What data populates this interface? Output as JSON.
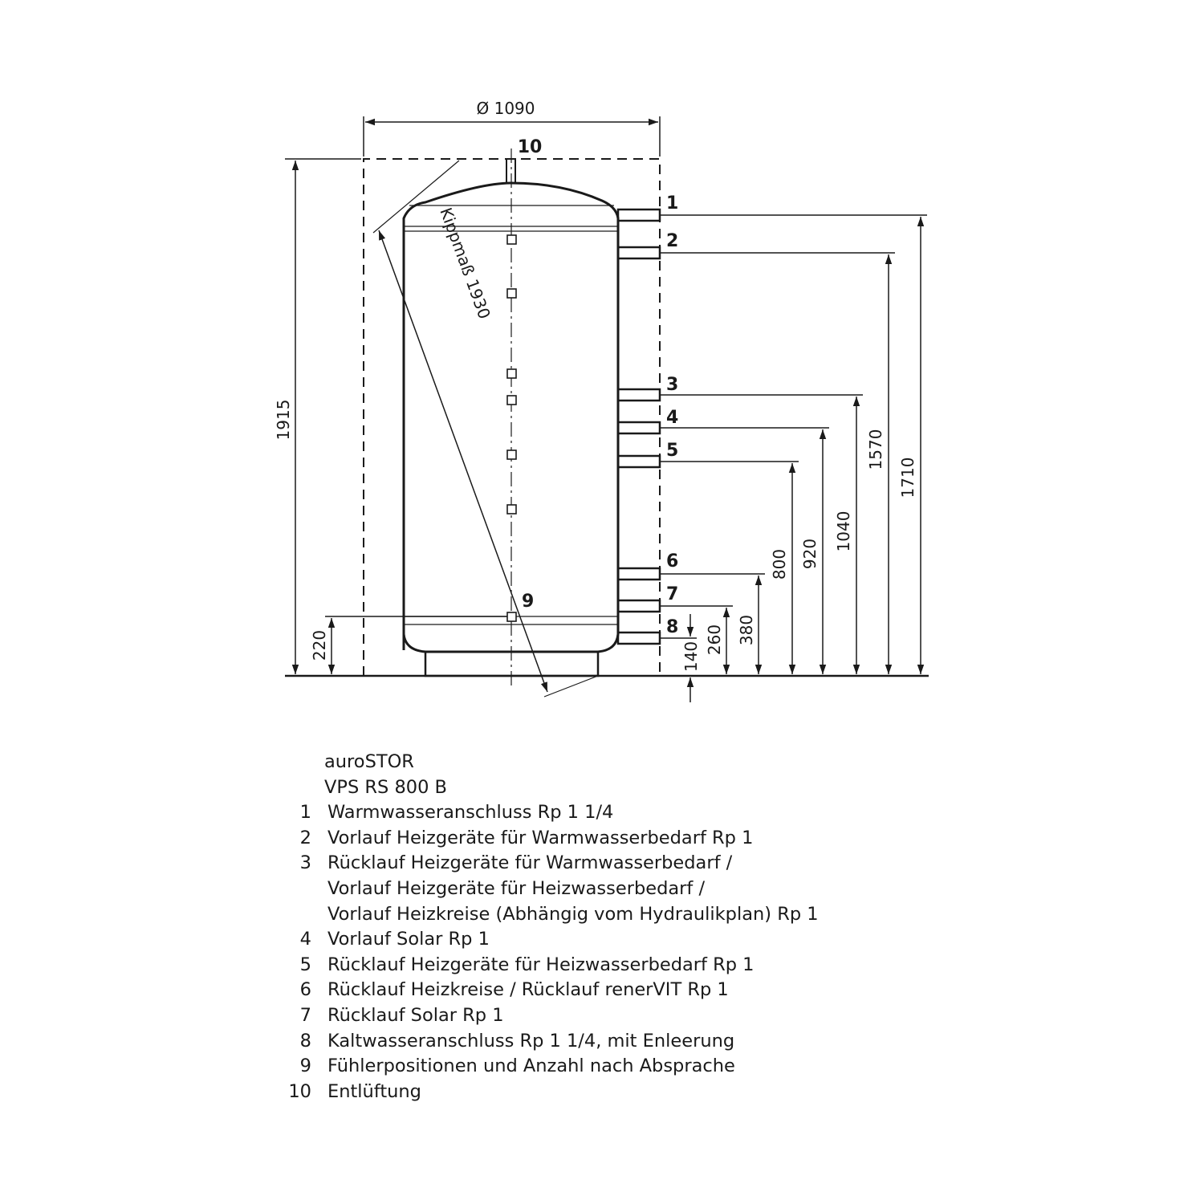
{
  "diagram": {
    "diameter_label": "Ø 1090",
    "tilt_label": "Kippmaß 1930",
    "height_labels": {
      "total": "1915",
      "bottom": "220"
    },
    "connection_dims": [
      "1710",
      "1570",
      "1040",
      "920",
      "800",
      "380",
      "260",
      "140"
    ],
    "connection_numbers": [
      "1",
      "2",
      "3",
      "4",
      "5",
      "6",
      "7",
      "8"
    ],
    "sensor_label": "9",
    "vent_label": "10"
  },
  "legend": {
    "product": "auroSTOR",
    "model": "VPS RS 800 B",
    "items": [
      {
        "num": "1",
        "lines": [
          "Warmwasseranschluss Rp 1 1/4"
        ]
      },
      {
        "num": "2",
        "lines": [
          "Vorlauf Heizgeräte für Warmwasserbedarf Rp 1"
        ]
      },
      {
        "num": "3",
        "lines": [
          "Rücklauf Heizgeräte für Warmwasserbedarf /",
          "Vorlauf Heizgeräte für Heizwasserbedarf /",
          "Vorlauf Heizkreise (Abhängig vom Hydraulikplan) Rp 1"
        ]
      },
      {
        "num": "4",
        "lines": [
          "Vorlauf Solar Rp 1"
        ]
      },
      {
        "num": "5",
        "lines": [
          "Rücklauf Heizgeräte für Heizwasserbedarf Rp 1"
        ]
      },
      {
        "num": "6",
        "lines": [
          "Rücklauf Heizkreise / Rücklauf renerVIT Rp 1"
        ]
      },
      {
        "num": "7",
        "lines": [
          "Rücklauf Solar Rp 1"
        ]
      },
      {
        "num": "8",
        "lines": [
          "Kaltwasseranschluss Rp 1 1/4, mit Enleerung"
        ]
      },
      {
        "num": "9",
        "lines": [
          "Fühlerpositionen und Anzahl nach Absprache"
        ]
      },
      {
        "num": "10",
        "lines": [
          "Entlüftung"
        ]
      }
    ]
  }
}
